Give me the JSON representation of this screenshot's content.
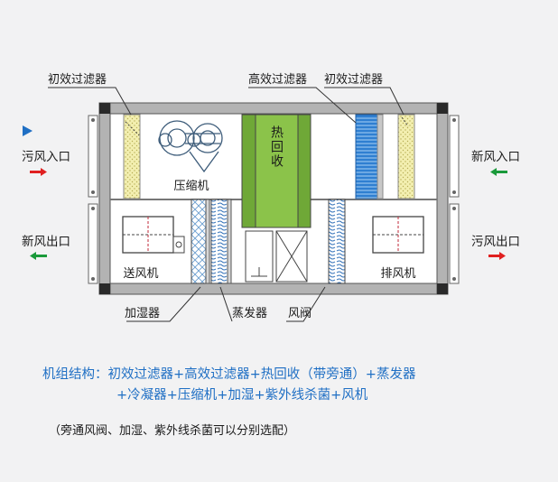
{
  "labels": {
    "primary_filter_left": "初效过滤器",
    "high_eff_filter": "高效过滤器",
    "primary_filter_right": "初效过滤器",
    "compressor": "压缩机",
    "heat_recovery": "热回收",
    "supply_fan": "送风机",
    "exhaust_fan": "排风机",
    "humidifier": "加湿器",
    "evaporator": "蒸发器",
    "damper": "风阀",
    "dirty_air_inlet": "污风入口",
    "fresh_air_outlet": "新风出口",
    "fresh_air_inlet": "新风入口",
    "dirty_air_outlet": "污风出口"
  },
  "structure_line1": "机组结构：初效过滤器+高效过滤器+热回收（带旁通）+蒸发器",
  "structure_line2": "+冷凝器+压缩机+加湿+紫外线杀菌+风机",
  "note": "（旁通风阀、加湿、紫外线杀菌可以分别选配）",
  "colors": {
    "arrow_red": "#e02020",
    "arrow_green": "#1a9a3a",
    "heat_recovery_green": "#8bc34a",
    "filter_yellow": "#f3efb0",
    "filter_blue": "#2f7fd1",
    "text_blue": "#1f6fc4"
  }
}
